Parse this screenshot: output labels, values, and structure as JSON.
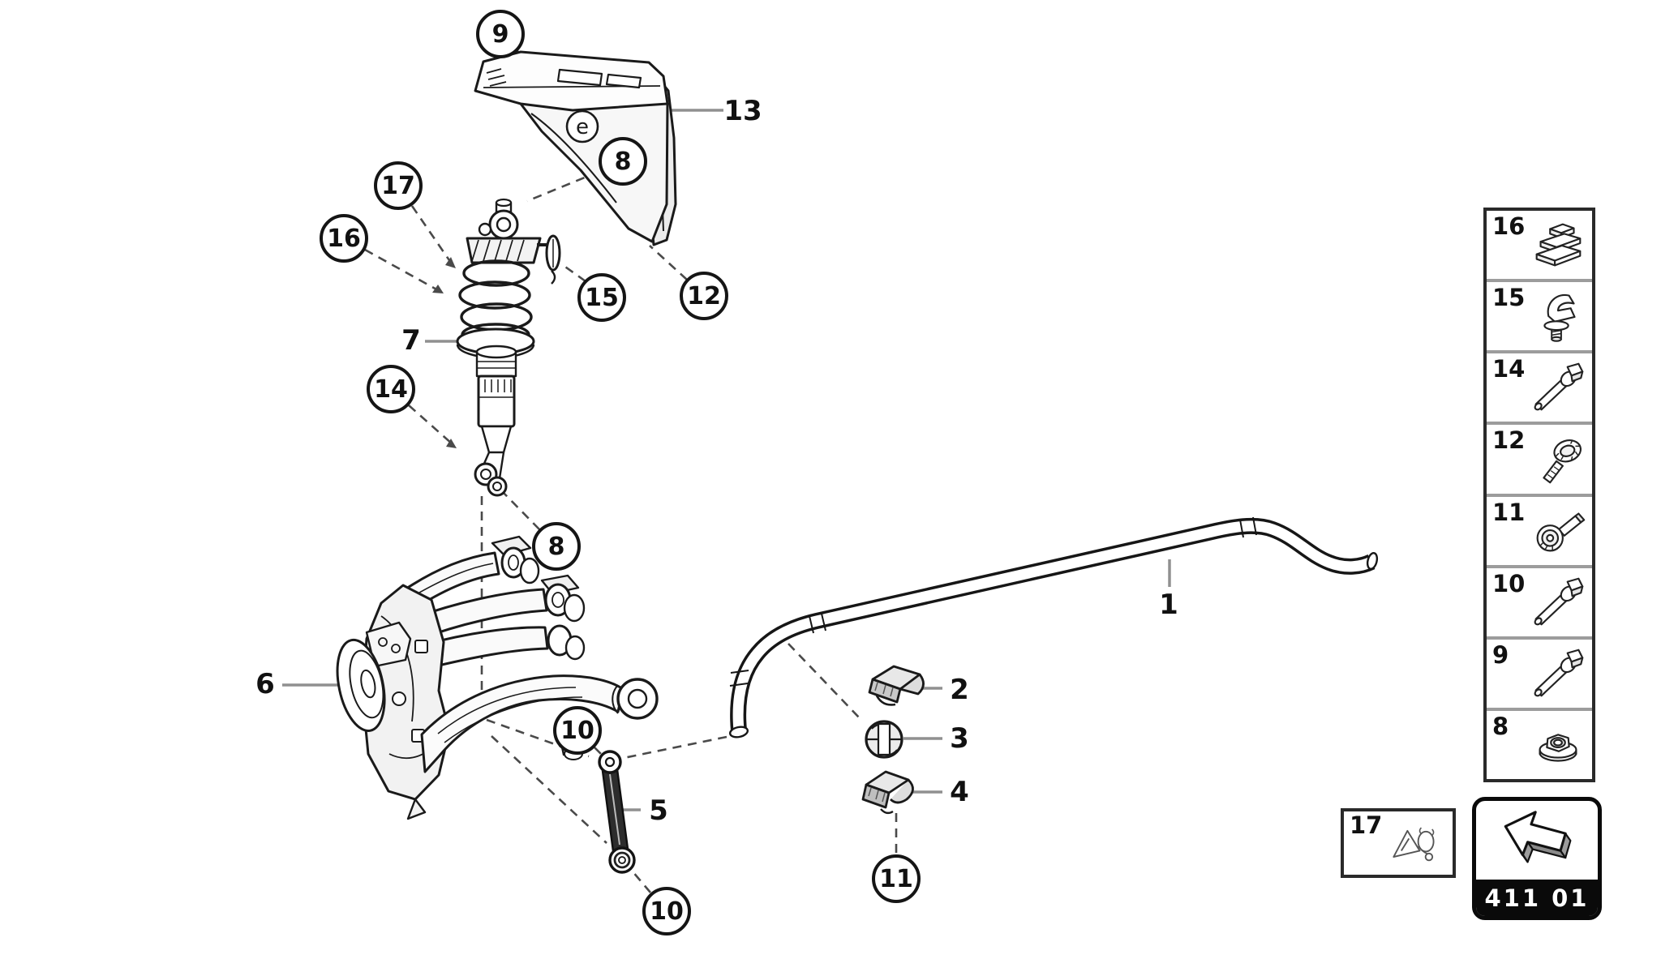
{
  "page": {
    "background": "#ffffff",
    "accent_black": "#0a0a0a",
    "leader_gray": "#909090"
  },
  "diagram": {
    "emark": "e",
    "circled": [
      {
        "label": "9"
      },
      {
        "label": "8"
      },
      {
        "label": "17"
      },
      {
        "label": "16"
      },
      {
        "label": "15"
      },
      {
        "label": "12"
      },
      {
        "label": "14"
      },
      {
        "label": "8"
      },
      {
        "label": "10"
      },
      {
        "label": "10"
      },
      {
        "label": "11"
      }
    ],
    "plain": [
      {
        "label": "13"
      },
      {
        "label": "7"
      },
      {
        "label": "6"
      },
      {
        "label": "5"
      },
      {
        "label": "1"
      },
      {
        "label": "2"
      },
      {
        "label": "3"
      },
      {
        "label": "4"
      }
    ]
  },
  "sidebar": {
    "items": [
      {
        "label": "16",
        "icon": "shim-plates-icon"
      },
      {
        "label": "15",
        "icon": "retainer-clip-icon"
      },
      {
        "label": "14",
        "icon": "long-bolt-icon"
      },
      {
        "label": "12",
        "icon": "serrated-washer-screw-icon"
      },
      {
        "label": "11",
        "icon": "washer-bolt-icon"
      },
      {
        "label": "10",
        "icon": "long-bolt-icon"
      },
      {
        "label": "9",
        "icon": "long-bolt-icon"
      },
      {
        "label": "8",
        "icon": "flange-nut-icon"
      }
    ]
  },
  "footer": {
    "extra_item": {
      "label": "17",
      "icon": "bracket-assembly-icon"
    },
    "nav": {
      "code": "411 01",
      "icon": "back-arrow-icon"
    }
  }
}
